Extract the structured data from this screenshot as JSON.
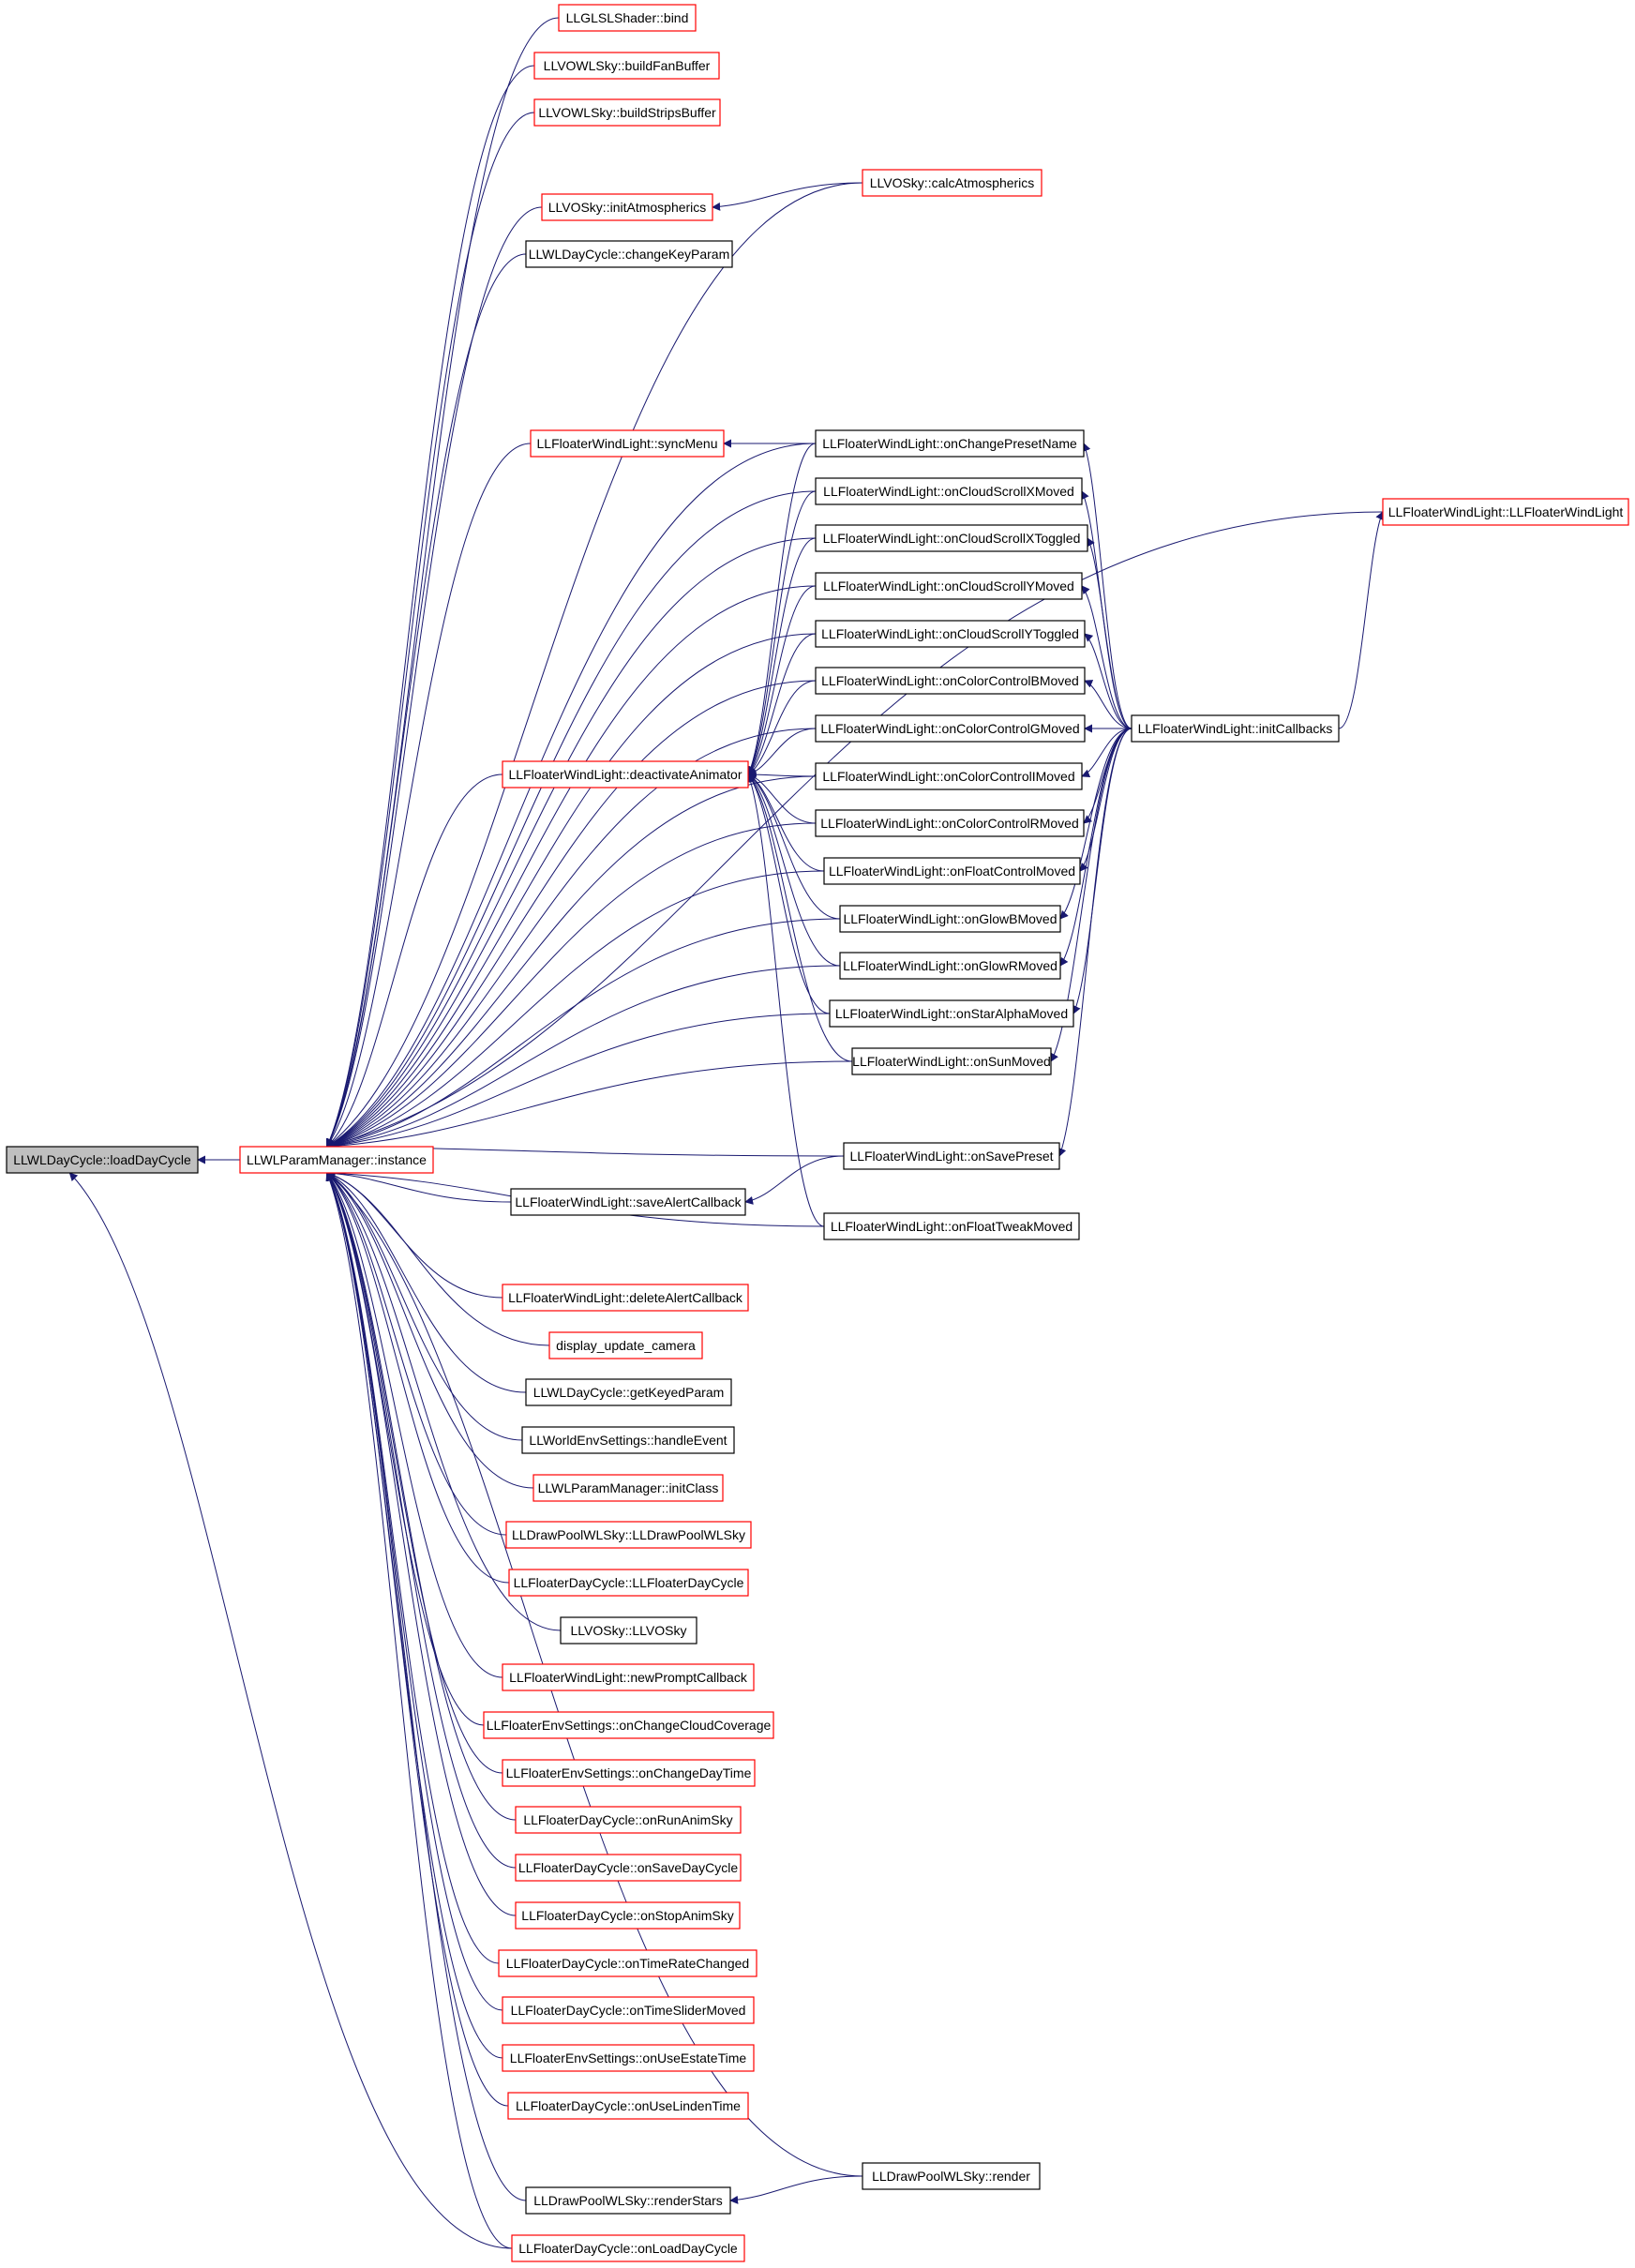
{
  "graph": {
    "colors": {
      "edge": "#191970",
      "border_normal": "#000000",
      "border_red": "#ff0000",
      "fill_normal": "#ffffff",
      "fill_focus": "#bfbfbf"
    },
    "nodes": [
      {
        "id": "load",
        "label": "LLWLDayCycle::loadDayCycle",
        "style": "focus"
      },
      {
        "id": "inst",
        "label": "LLWLParamManager::instance",
        "style": "red"
      },
      {
        "id": "n1",
        "label": "LLGLSLShader::bind",
        "style": "red"
      },
      {
        "id": "n2",
        "label": "LLVOWLSky::buildFanBuffer",
        "style": "red"
      },
      {
        "id": "n3",
        "label": "LLVOWLSky::buildStripsBuffer",
        "style": "red"
      },
      {
        "id": "n4",
        "label": "LLVOSky::initAtmospherics",
        "style": "red"
      },
      {
        "id": "calc",
        "label": "LLVOSky::calcAtmospherics",
        "style": "red"
      },
      {
        "id": "n5",
        "label": "LLWLDayCycle::changeKeyParam",
        "style": "normal"
      },
      {
        "id": "sync",
        "label": "LLFloaterWindLight::syncMenu",
        "style": "red"
      },
      {
        "id": "deact",
        "label": "LLFloaterWindLight::deactivateAnimator",
        "style": "red"
      },
      {
        "id": "savealert",
        "label": "LLFloaterWindLight::saveAlertCallback",
        "style": "normal"
      },
      {
        "id": "ctor",
        "label": "LLFloaterWindLight::LLFloaterWindLight",
        "style": "red"
      },
      {
        "id": "initcb",
        "label": "LLFloaterWindLight::initCallbacks",
        "style": "normal"
      },
      {
        "id": "m1",
        "label": "LLFloaterWindLight::onChangePresetName",
        "style": "normal"
      },
      {
        "id": "m2",
        "label": "LLFloaterWindLight::onCloudScrollXMoved",
        "style": "normal"
      },
      {
        "id": "m3",
        "label": "LLFloaterWindLight::onCloudScrollXToggled",
        "style": "normal"
      },
      {
        "id": "m4",
        "label": "LLFloaterWindLight::onCloudScrollYMoved",
        "style": "normal"
      },
      {
        "id": "m5",
        "label": "LLFloaterWindLight::onCloudScrollYToggled",
        "style": "normal"
      },
      {
        "id": "m6",
        "label": "LLFloaterWindLight::onColorControlBMoved",
        "style": "normal"
      },
      {
        "id": "m7",
        "label": "LLFloaterWindLight::onColorControlGMoved",
        "style": "normal"
      },
      {
        "id": "m8",
        "label": "LLFloaterWindLight::onColorControlIMoved",
        "style": "normal"
      },
      {
        "id": "m9",
        "label": "LLFloaterWindLight::onColorControlRMoved",
        "style": "normal"
      },
      {
        "id": "m10",
        "label": "LLFloaterWindLight::onFloatControlMoved",
        "style": "normal"
      },
      {
        "id": "m11",
        "label": "LLFloaterWindLight::onGlowBMoved",
        "style": "normal"
      },
      {
        "id": "m12",
        "label": "LLFloaterWindLight::onGlowRMoved",
        "style": "normal"
      },
      {
        "id": "m13",
        "label": "LLFloaterWindLight::onStarAlphaMoved",
        "style": "normal"
      },
      {
        "id": "m14",
        "label": "LLFloaterWindLight::onSunMoved",
        "style": "normal"
      },
      {
        "id": "savepreset",
        "label": "LLFloaterWindLight::onSavePreset",
        "style": "normal"
      },
      {
        "id": "floattweak",
        "label": "LLFloaterWindLight::onFloatTweakMoved",
        "style": "normal"
      },
      {
        "id": "b1",
        "label": "LLFloaterWindLight::deleteAlertCallback",
        "style": "red"
      },
      {
        "id": "b2",
        "label": "display_update_camera",
        "style": "red"
      },
      {
        "id": "b3",
        "label": "LLWLDayCycle::getKeyedParam",
        "style": "normal"
      },
      {
        "id": "b4",
        "label": "LLWorldEnvSettings::handleEvent",
        "style": "normal"
      },
      {
        "id": "b5",
        "label": "LLWLParamManager::initClass",
        "style": "red"
      },
      {
        "id": "b6",
        "label": "LLDrawPoolWLSky::LLDrawPoolWLSky",
        "style": "red"
      },
      {
        "id": "b7",
        "label": "LLFloaterDayCycle::LLFloaterDayCycle",
        "style": "red"
      },
      {
        "id": "b8",
        "label": "LLVOSky::LLVOSky",
        "style": "normal"
      },
      {
        "id": "b9",
        "label": "LLFloaterWindLight::newPromptCallback",
        "style": "red"
      },
      {
        "id": "b10",
        "label": "LLFloaterEnvSettings::onChangeCloudCoverage",
        "style": "red"
      },
      {
        "id": "b11",
        "label": "LLFloaterEnvSettings::onChangeDayTime",
        "style": "red"
      },
      {
        "id": "b12",
        "label": "LLFloaterDayCycle::onRunAnimSky",
        "style": "red"
      },
      {
        "id": "b13",
        "label": "LLFloaterDayCycle::onSaveDayCycle",
        "style": "red"
      },
      {
        "id": "b14",
        "label": "LLFloaterDayCycle::onStopAnimSky",
        "style": "red"
      },
      {
        "id": "b15",
        "label": "LLFloaterDayCycle::onTimeRateChanged",
        "style": "red"
      },
      {
        "id": "b16",
        "label": "LLFloaterDayCycle::onTimeSliderMoved",
        "style": "red"
      },
      {
        "id": "b17",
        "label": "LLFloaterEnvSettings::onUseEstateTime",
        "style": "red"
      },
      {
        "id": "b18",
        "label": "LLFloaterDayCycle::onUseLindenTime",
        "style": "red"
      },
      {
        "id": "render",
        "label": "LLDrawPoolWLSky::render",
        "style": "normal"
      },
      {
        "id": "b19",
        "label": "LLDrawPoolWLSky::renderStars",
        "style": "normal"
      },
      {
        "id": "b20",
        "label": "LLFloaterDayCycle::onLoadDayCycle",
        "style": "red"
      }
    ],
    "edges": [
      [
        "inst",
        "load"
      ],
      [
        "b20",
        "load"
      ],
      [
        "n1",
        "inst"
      ],
      [
        "n2",
        "inst"
      ],
      [
        "n3",
        "inst"
      ],
      [
        "n4",
        "inst"
      ],
      [
        "calc",
        "inst"
      ],
      [
        "n5",
        "inst"
      ],
      [
        "ctor",
        "inst"
      ],
      [
        "sync",
        "inst"
      ],
      [
        "m1",
        "inst"
      ],
      [
        "m2",
        "inst"
      ],
      [
        "m3",
        "inst"
      ],
      [
        "m4",
        "inst"
      ],
      [
        "m5",
        "inst"
      ],
      [
        "m6",
        "inst"
      ],
      [
        "m7",
        "inst"
      ],
      [
        "deact",
        "inst"
      ],
      [
        "m8",
        "inst"
      ],
      [
        "m9",
        "inst"
      ],
      [
        "m10",
        "inst"
      ],
      [
        "m11",
        "inst"
      ],
      [
        "m12",
        "inst"
      ],
      [
        "m13",
        "inst"
      ],
      [
        "m14",
        "inst"
      ],
      [
        "savepreset",
        "inst"
      ],
      [
        "savealert",
        "inst"
      ],
      [
        "floattweak",
        "inst"
      ],
      [
        "b1",
        "inst"
      ],
      [
        "b2",
        "inst"
      ],
      [
        "b3",
        "inst"
      ],
      [
        "b4",
        "inst"
      ],
      [
        "b5",
        "inst"
      ],
      [
        "b6",
        "inst"
      ],
      [
        "b7",
        "inst"
      ],
      [
        "b8",
        "inst"
      ],
      [
        "b9",
        "inst"
      ],
      [
        "b10",
        "inst"
      ],
      [
        "b11",
        "inst"
      ],
      [
        "b12",
        "inst"
      ],
      [
        "b13",
        "inst"
      ],
      [
        "b14",
        "inst"
      ],
      [
        "b15",
        "inst"
      ],
      [
        "b16",
        "inst"
      ],
      [
        "b17",
        "inst"
      ],
      [
        "b18",
        "inst"
      ],
      [
        "render",
        "inst"
      ],
      [
        "b19",
        "inst"
      ],
      [
        "b20",
        "inst"
      ],
      [
        "calc",
        "n4"
      ],
      [
        "m1",
        "sync"
      ],
      [
        "m1",
        "deact"
      ],
      [
        "m2",
        "deact"
      ],
      [
        "m3",
        "deact"
      ],
      [
        "m4",
        "deact"
      ],
      [
        "m5",
        "deact"
      ],
      [
        "m6",
        "deact"
      ],
      [
        "m7",
        "deact"
      ],
      [
        "m8",
        "deact"
      ],
      [
        "m9",
        "deact"
      ],
      [
        "m10",
        "deact"
      ],
      [
        "m11",
        "deact"
      ],
      [
        "m12",
        "deact"
      ],
      [
        "m13",
        "deact"
      ],
      [
        "m14",
        "deact"
      ],
      [
        "floattweak",
        "deact"
      ],
      [
        "initcb",
        "m1"
      ],
      [
        "initcb",
        "m2"
      ],
      [
        "initcb",
        "m3"
      ],
      [
        "initcb",
        "m4"
      ],
      [
        "initcb",
        "m5"
      ],
      [
        "initcb",
        "m6"
      ],
      [
        "initcb",
        "m7"
      ],
      [
        "initcb",
        "m8"
      ],
      [
        "initcb",
        "m9"
      ],
      [
        "initcb",
        "m10"
      ],
      [
        "initcb",
        "m11"
      ],
      [
        "initcb",
        "m12"
      ],
      [
        "initcb",
        "m13"
      ],
      [
        "initcb",
        "m14"
      ],
      [
        "initcb",
        "savepreset"
      ],
      [
        "initcb",
        "ctor"
      ],
      [
        "savepreset",
        "savealert"
      ],
      [
        "render",
        "b19"
      ]
    ]
  }
}
